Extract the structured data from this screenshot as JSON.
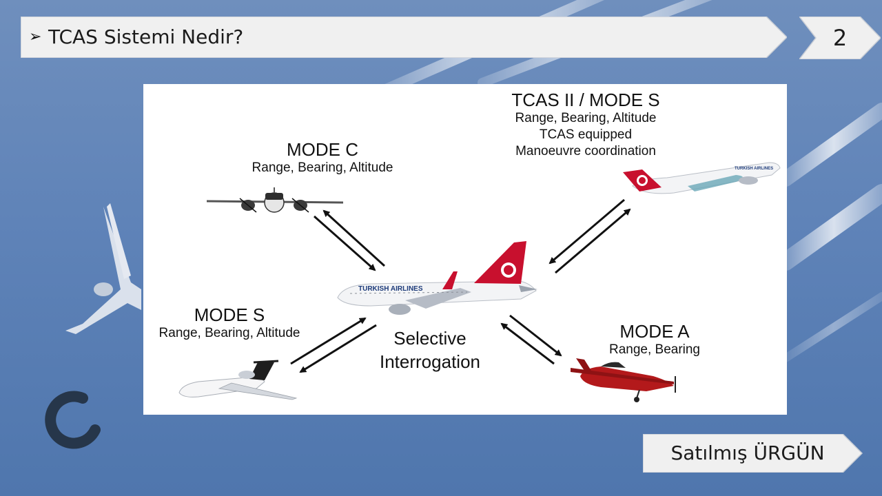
{
  "header": {
    "title": "TCAS Sistemi Nedir?",
    "bullet_icon": "arrow-bullet-icon"
  },
  "page_number": "2",
  "author": "Satılmış ÜRGÜN",
  "diagram": {
    "mode_c": {
      "title": "MODE C",
      "line1": "Range, Bearing, Altitude"
    },
    "tcas2": {
      "title": "TCAS II / MODE S",
      "line1": "Range, Bearing, Altitude",
      "line2": "TCAS equipped",
      "line3": "Manoeuvre coordination"
    },
    "mode_s": {
      "title": "MODE S",
      "line1": "Range, Bearing, Altitude"
    },
    "mode_a": {
      "title": "MODE A",
      "line1": "Range, Bearing"
    },
    "center": {
      "line1": "Selective",
      "line2": "Interrogation",
      "airline": "TURKISH AIRLINES"
    }
  },
  "colors": {
    "sky": "#5f83b8",
    "banner": "#f0f0f0",
    "tail_red": "#c8102e",
    "prop_red": "#b3191b"
  }
}
